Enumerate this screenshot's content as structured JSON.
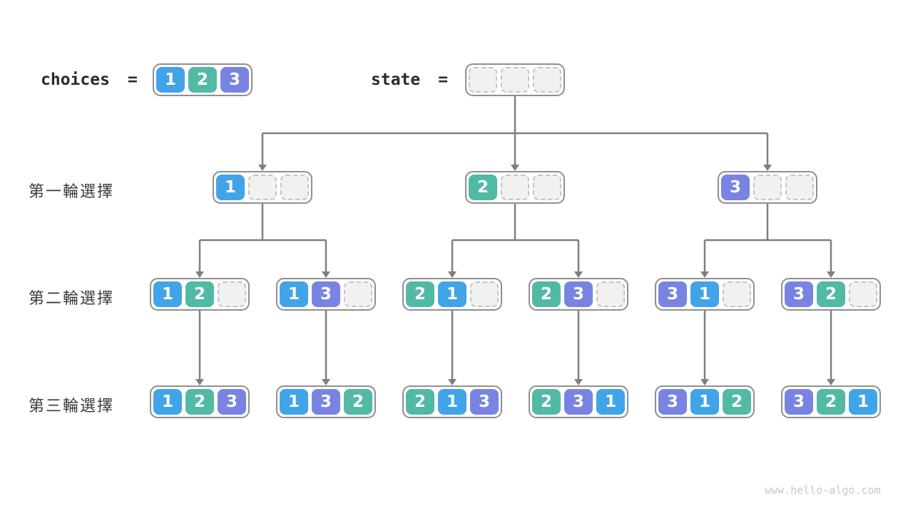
{
  "page": {
    "watermark": "www.hello-algo.com",
    "background": "#ffffff"
  },
  "palette": {
    "cell1": "#41a4e8",
    "cell2": "#52b9a5",
    "cell3": "#7984e2",
    "empty_bg": "#f1f1f1",
    "empty_border": "#c4c4c4",
    "box_border": "#8f8f8f",
    "arrow": "#7f7f7f",
    "code_text": "#2b2b2b",
    "label_text": "#3a3a3a",
    "watermark_text": "#c9c9c9"
  },
  "header": {
    "choices_label": "choices",
    "equals": "=",
    "state_label": "state",
    "choices_cells": [
      "1",
      "2",
      "3"
    ],
    "state_cells": [
      null,
      null,
      null
    ]
  },
  "row_labels": [
    "第一輪選擇",
    "第二輪選擇",
    "第三輪選擇"
  ],
  "tree": {
    "round1": [
      [
        "1",
        null,
        null
      ],
      [
        "2",
        null,
        null
      ],
      [
        "3",
        null,
        null
      ]
    ],
    "round2": [
      [
        "1",
        "2",
        null
      ],
      [
        "1",
        "3",
        null
      ],
      [
        "2",
        "1",
        null
      ],
      [
        "2",
        "3",
        null
      ],
      [
        "3",
        "1",
        null
      ],
      [
        "3",
        "2",
        null
      ]
    ],
    "round3": [
      [
        "1",
        "2",
        "3"
      ],
      [
        "1",
        "3",
        "2"
      ],
      [
        "2",
        "1",
        "3"
      ],
      [
        "2",
        "3",
        "1"
      ],
      [
        "3",
        "1",
        "2"
      ],
      [
        "3",
        "2",
        "1"
      ]
    ]
  }
}
